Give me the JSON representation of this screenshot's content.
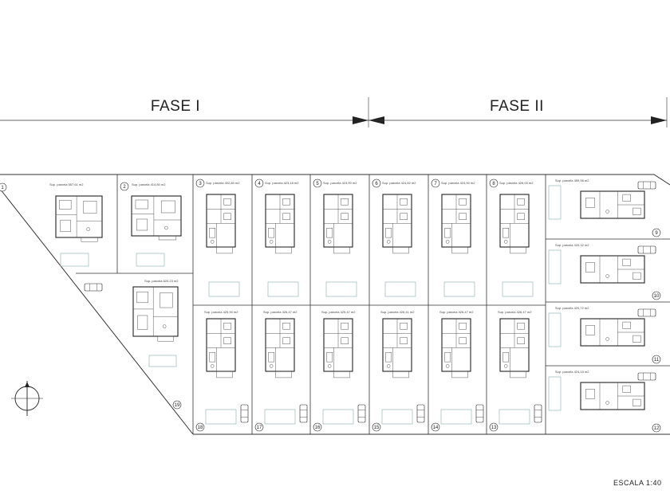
{
  "phases": [
    {
      "id": "fase-1",
      "label": "FASE I"
    },
    {
      "id": "fase-2",
      "label": "FASE II"
    }
  ],
  "scale_label": "ESCALA  1:40",
  "lots": [
    {
      "num": "1",
      "area": "Sup. parcela 557,61 m2"
    },
    {
      "num": "2",
      "area": "Sup. parcela 414,80 m2"
    },
    {
      "num": "3",
      "area": "Sup. parcela 402,80 m2"
    },
    {
      "num": "4",
      "area": "Sup. parcela 423,18 m2"
    },
    {
      "num": "5",
      "area": "Sup. parcela 423,90 m2"
    },
    {
      "num": "6",
      "area": "Sup. parcela 424,82 m2"
    },
    {
      "num": "7",
      "area": "Sup. parcela 424,90 m2"
    },
    {
      "num": "8",
      "area": "Sup. parcela 426,00 m2"
    },
    {
      "num": "9",
      "area": "Sup. parcela 459,96 m2"
    },
    {
      "num": "10",
      "area": "Sup. parcela 420,32 m2"
    },
    {
      "num": "11",
      "area": "Sup. parcela 420,72 m2"
    },
    {
      "num": "12",
      "area": "Sup. parcela 424,15 m2"
    },
    {
      "num": "13",
      "area": "Sup. parcela 426,47 m2"
    },
    {
      "num": "14",
      "area": "Sup. parcela 426,47 m2"
    },
    {
      "num": "15",
      "area": "Sup. parcela 426,41 m2"
    },
    {
      "num": "16",
      "area": "Sup. parcela 425,47 m2"
    },
    {
      "num": "17",
      "area": "Sup. parcela 426,47 m2"
    },
    {
      "num": "18",
      "area": "Sup. parcela 425,90 m2"
    },
    {
      "num": "19",
      "area": "Sup. parcela 620,23 m2"
    }
  ]
}
